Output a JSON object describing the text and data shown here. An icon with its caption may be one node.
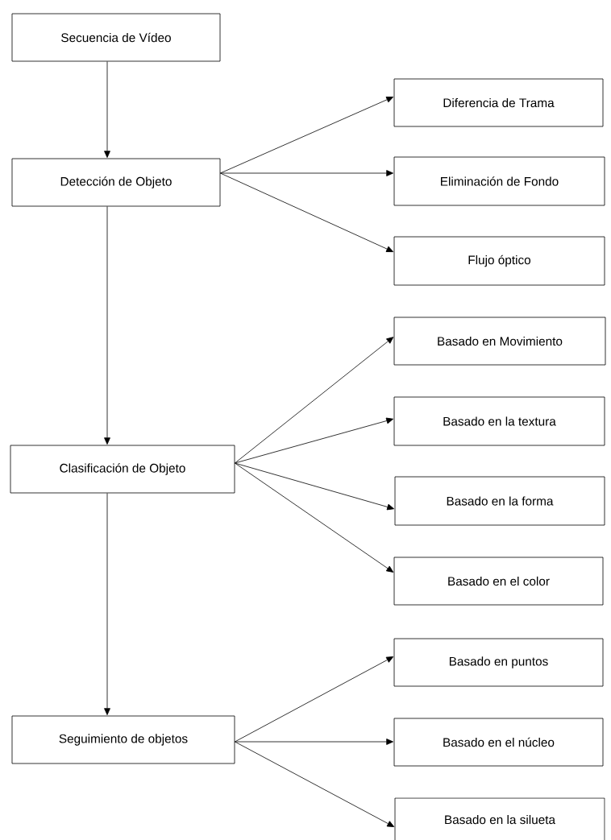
{
  "diagram": {
    "nodes": [
      {
        "text": [
          "Secuencia de Vídeo"
        ]
      },
      {
        "text": [
          "Detección de Objeto"
        ]
      },
      {
        "text": [
          "Diferencia de Trama"
        ]
      },
      {
        "text": [
          "Eliminación de Fondo"
        ]
      },
      {
        "text": [
          "Flujo óptico"
        ]
      },
      {
        "text": [
          "Clasificación de Objeto"
        ]
      },
      {
        "text": [
          "Basado en Movimiento"
        ]
      },
      {
        "text": [
          "Basado en la textura"
        ]
      },
      {
        "text": [
          "Basado en la forma"
        ]
      },
      {
        "text": [
          "Basado en el color"
        ]
      },
      {
        "text": [
          "Seguimiento de objetos"
        ]
      },
      {
        "text": [
          "Basado en puntos"
        ]
      },
      {
        "text": [
          "Basado en el núcleo"
        ]
      },
      {
        "text": [
          "Basado en la silueta"
        ]
      }
    ],
    "edges": [
      {
        "from": 0,
        "to": 1,
        "arrow": "to"
      },
      {
        "from": 1,
        "to": 2,
        "arrow": "to"
      },
      {
        "from": 1,
        "to": 3,
        "arrow": "to"
      },
      {
        "from": 1,
        "to": 4,
        "arrow": "to"
      },
      {
        "from": 1,
        "to": 5,
        "arrow": "to"
      },
      {
        "from": 5,
        "to": 6,
        "arrow": "to"
      },
      {
        "from": 5,
        "to": 7,
        "arrow": "to"
      },
      {
        "from": 5,
        "to": 8,
        "arrow": "to"
      },
      {
        "from": 5,
        "to": 9,
        "arrow": "to"
      },
      {
        "from": 5,
        "to": 10,
        "arrow": "to"
      },
      {
        "from": 10,
        "to": 11,
        "arrow": "to"
      },
      {
        "from": 10,
        "to": 12,
        "arrow": "to"
      },
      {
        "from": 10,
        "to": 13,
        "arrow": "to"
      }
    ]
  }
}
